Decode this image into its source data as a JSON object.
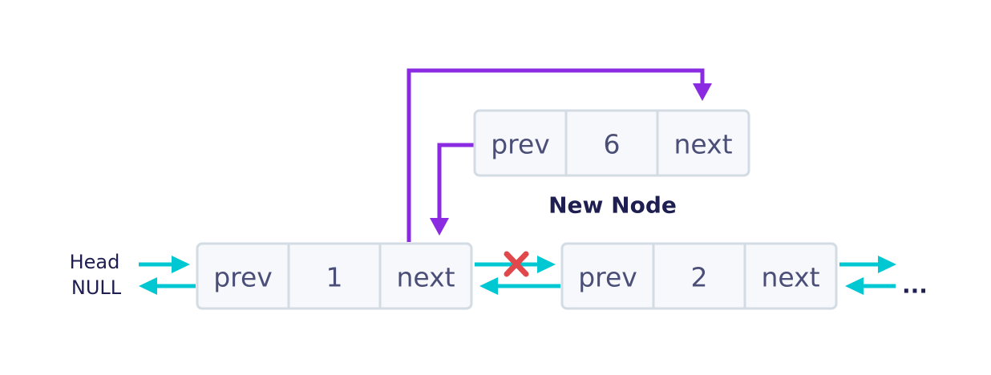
{
  "head_label": "Head",
  "null_label": "NULL",
  "new_node_label": "New Node",
  "ellipsis": "...",
  "nodes": {
    "new": {
      "prev": "prev",
      "value": "6",
      "next": "next"
    },
    "node1": {
      "prev": "prev",
      "value": "1",
      "next": "next"
    },
    "node2": {
      "prev": "prev",
      "value": "2",
      "next": "next"
    }
  },
  "colors": {
    "link_arrow": "#00c8d2",
    "insert_arrow": "#8a2be2",
    "removed_link_cross": "#e0484c",
    "node_fill": "#f7f8fc",
    "node_border": "#d3dbe3",
    "text": "#4b4f77",
    "label": "#1e1e50"
  }
}
